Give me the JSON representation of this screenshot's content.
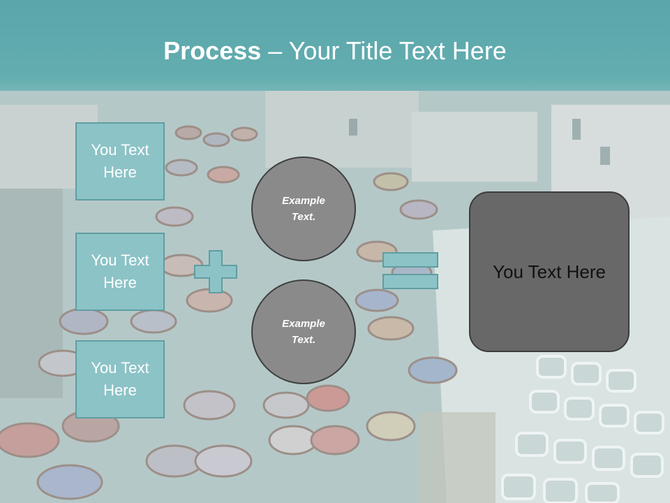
{
  "title": {
    "bold": "Process",
    "rest": " – Your Title Text Here"
  },
  "boxes": [
    "You Text Here",
    "You Text Here",
    "You Text Here"
  ],
  "circles": [
    "Example Text.",
    "Example Text."
  ],
  "result": "You Text Here",
  "colors": {
    "teal_box": "#8cc3c7",
    "teal_border": "#5f9ea2",
    "circle_fill": "#8a8a8a",
    "result_fill": "#686868",
    "header_teal": "#63adb0"
  }
}
